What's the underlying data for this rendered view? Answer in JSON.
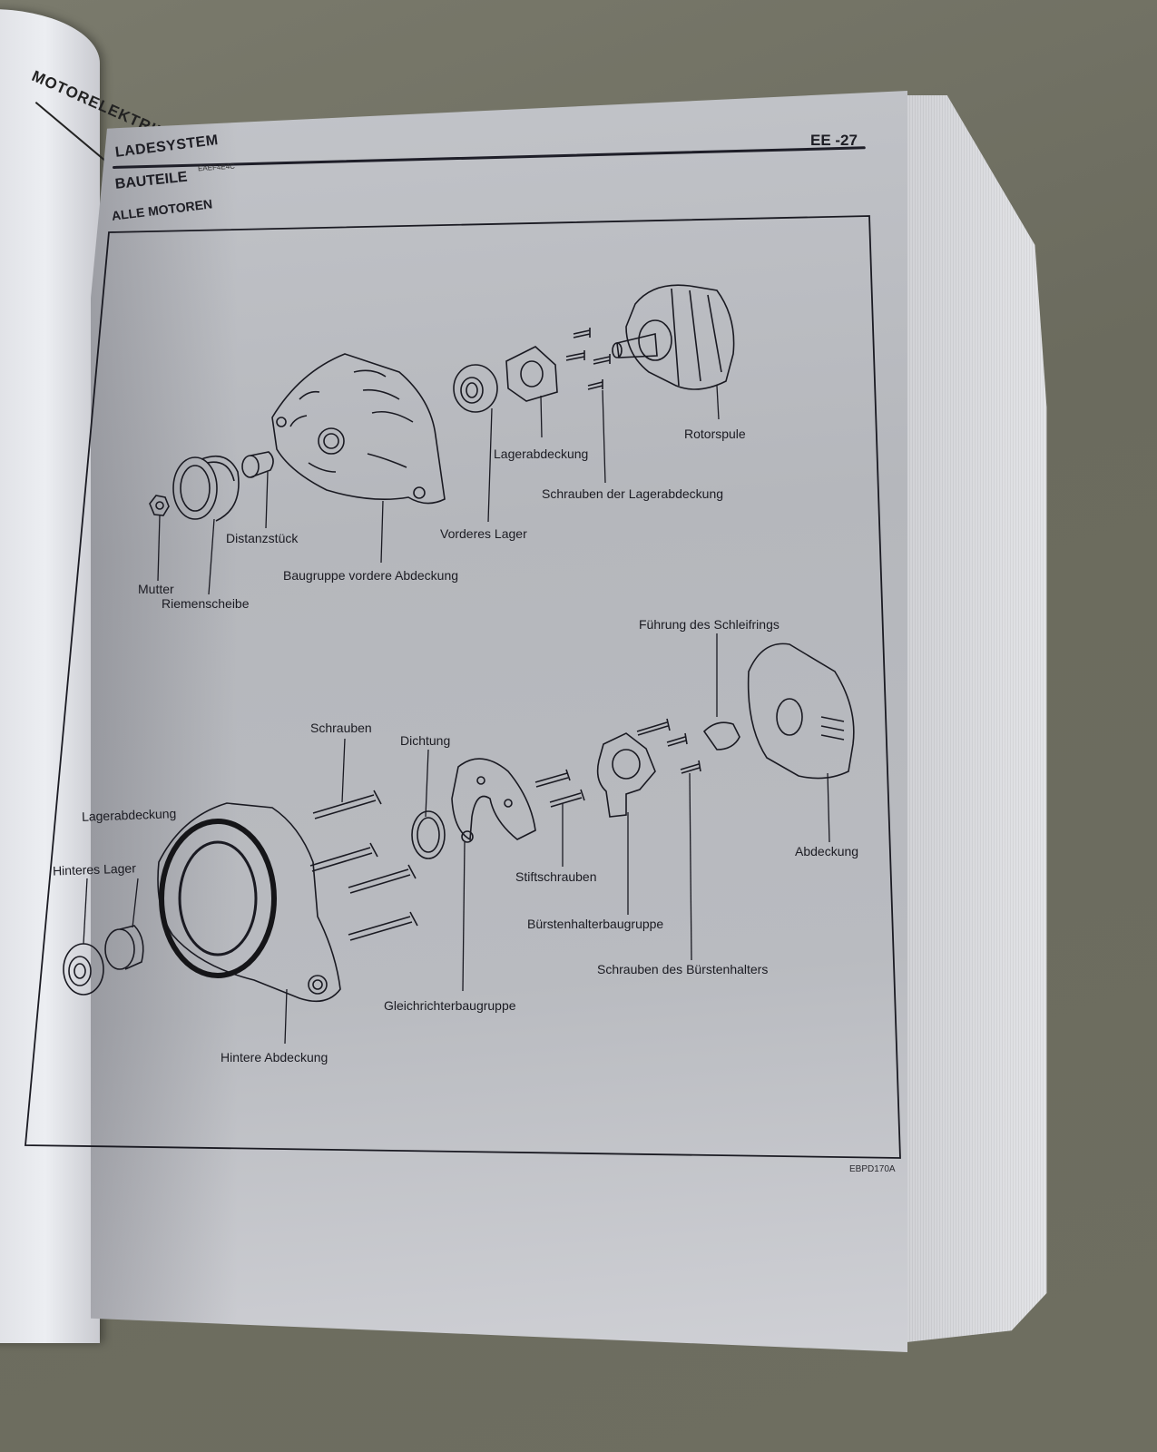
{
  "document": {
    "left_page_header": "MOTORELEKTRIK",
    "section": "LADESYSTEM",
    "page_number": "EE -27",
    "subsection": "BAUTEILE",
    "subsection_code": "EAEF4E4C",
    "applies_to": "ALLE MOTOREN",
    "figure_code": "EBPD170A"
  },
  "figure": {
    "upper_labels": {
      "rotor_coil": "Rotorspule",
      "bearing_cover": "Lagerabdeckung",
      "bearing_cover_screws": "Schrauben der Lagerabdeckung",
      "front_bearing": "Vorderes Lager",
      "spacer": "Distanzstück",
      "front_cover_assembly": "Baugruppe vordere Abdeckung",
      "nut": "Mutter",
      "pulley": "Riemenscheibe"
    },
    "lower_labels": {
      "slip_ring_guide": "Führung des Schleifrings",
      "screws": "Schrauben",
      "gasket": "Dichtung",
      "rear_bearing_cover": "Lagerabdeckung",
      "rear_bearing": "Hinteres Lager",
      "cover": "Abdeckung",
      "stud_bolts": "Stiftschrauben",
      "brush_holder_assembly": "Bürstenhalterbaugruppe",
      "brush_holder_screws": "Schrauben des Bürstenhalters",
      "rectifier_assembly": "Gleichrichterbaugruppe",
      "rear_cover": "Hintere Abdeckung"
    }
  }
}
